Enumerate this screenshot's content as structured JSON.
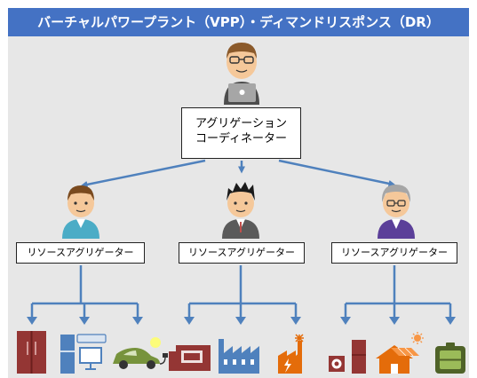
{
  "title": "バーチャルパワープラント（VPP）・ディマンドリスポンス（DR）",
  "coordinator": {
    "label_line1": "アグリゲーション",
    "label_line2": "コーディネーター"
  },
  "aggregators": [
    {
      "label": "リソースアグリゲーター"
    },
    {
      "label": "リソースアグリゲーター"
    },
    {
      "label": "リソースアグリゲーター"
    }
  ],
  "colors": {
    "title_bar": "#4472c4",
    "panel_background": "#e7e7e7",
    "arrow": "#4f81bd",
    "resource_icon": "#c0504d",
    "household_appliance": "#4f81bd",
    "battery": "#9bbb59"
  },
  "icons": [
    "person-laptop-icon",
    "person-teal-icon",
    "person-spiky-hair-icon",
    "person-gray-hair-icon",
    "refrigerator-icon",
    "air-conditioner-icon",
    "electric-car-icon",
    "generator-icon",
    "factory-icon",
    "power-plant-icon",
    "heat-pump-icon",
    "solar-house-icon",
    "battery-icon"
  ]
}
